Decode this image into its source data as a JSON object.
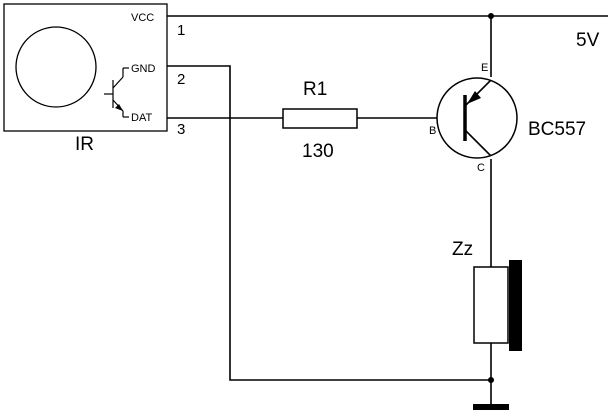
{
  "ir_module": {
    "name": "IR",
    "pins": {
      "vcc": "VCC",
      "gnd": "GND",
      "dat": "DAT"
    },
    "pin_numbers": [
      "1",
      "2",
      "3"
    ]
  },
  "resistor": {
    "ref": "R1",
    "value": "130"
  },
  "transistor": {
    "part": "BC557",
    "emitter": "E",
    "base": "B",
    "collector": "C"
  },
  "supply": {
    "label": "5V"
  },
  "buzzer": {
    "label": "Zz"
  }
}
